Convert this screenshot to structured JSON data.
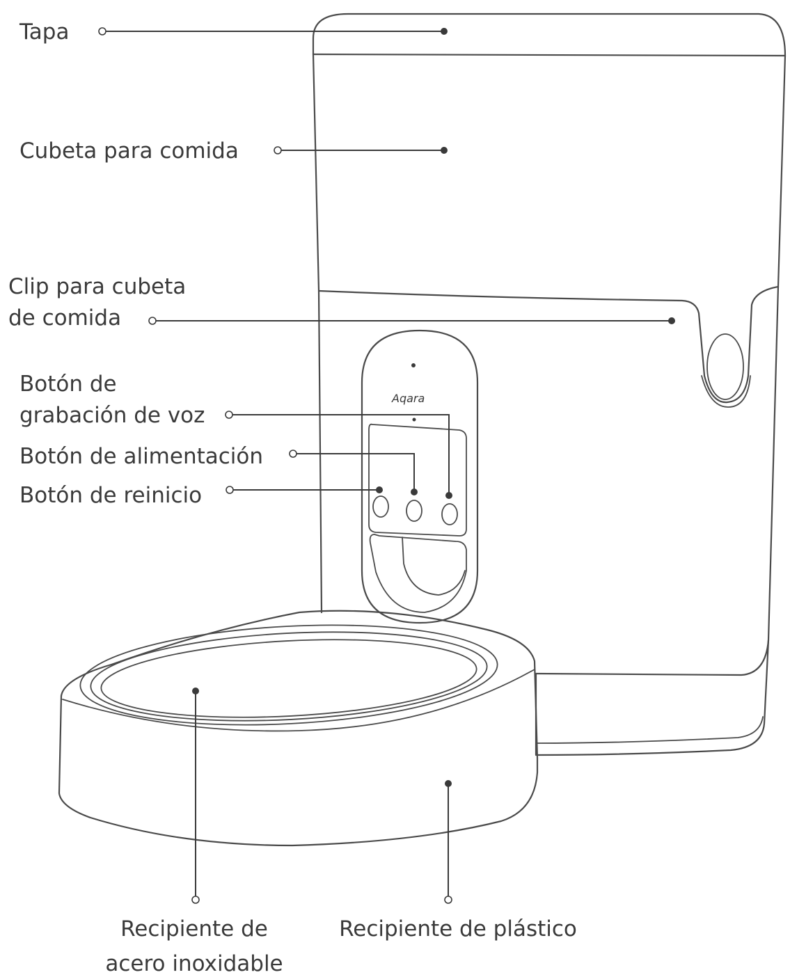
{
  "brand_text": "Aqara",
  "labels": {
    "tapa": "Tapa",
    "cubeta": "Cubeta para comida",
    "clip_line1": "Clip para cubeta",
    "clip_line2": "de comida",
    "grabacion_line1": "Botón de",
    "grabacion_line2": "grabación de voz",
    "alimentacion": "Botón de alimentación",
    "reinicio": "Botón de reinicio",
    "acero_line1": "Recipiente de",
    "acero_line2": "acero inoxidable",
    "plastico": "Recipiente de plástico"
  }
}
